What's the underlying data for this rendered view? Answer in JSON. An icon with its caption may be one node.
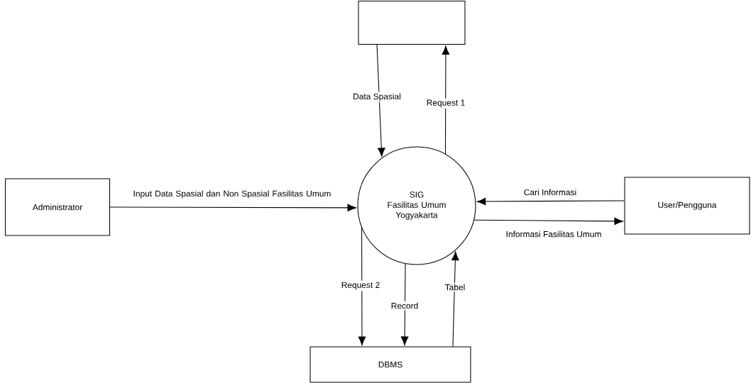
{
  "diagram": {
    "nodes": [
      {
        "text": [],
        "shape": "box"
      },
      {
        "text": [
          "Administrator"
        ]
      },
      {
        "text": [
          "SIG",
          "Fasilitas Umum Yogyakarta"
        ]
      },
      {
        "text": [
          "User/Pengguna"
        ]
      },
      {
        "text": [
          "DBMS"
        ]
      }
    ],
    "edges": [
      {
        "from": 0,
        "to": 2,
        "arrow": "to",
        "label": "Data Spasial"
      },
      {
        "from": 2,
        "to": 0,
        "arrow": "to",
        "label": "Request 1"
      },
      {
        "from": 1,
        "to": 2,
        "arrow": "to",
        "label": "Input Data Spasial dan Non Spasial Fasilitas Umum"
      },
      {
        "from": 3,
        "to": 2,
        "arrow": "to",
        "label": "Cari Informasi"
      },
      {
        "from": 2,
        "to": 3,
        "arrow": "to",
        "label": "Informasi Fasilitas Umum"
      },
      {
        "from": 2,
        "to": 4,
        "arrow": "to",
        "label": "Request 2"
      },
      {
        "from": 2,
        "to": 4,
        "arrow": "to",
        "label": "Record"
      },
      {
        "from": 4,
        "to": 2,
        "arrow": "to",
        "label": "Tabel"
      }
    ]
  }
}
